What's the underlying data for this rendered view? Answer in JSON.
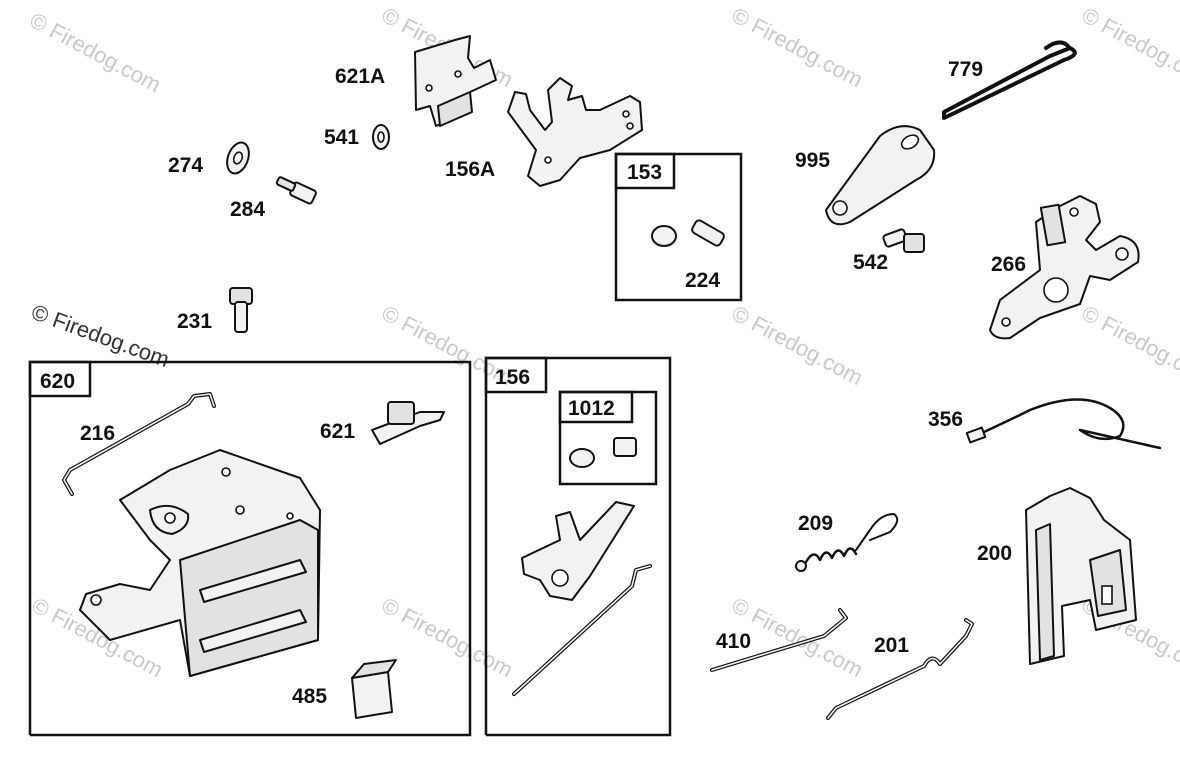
{
  "watermark": {
    "text": "© Firedog.com"
  },
  "parts": {
    "p621A": "621A",
    "p541": "541",
    "p274": "274",
    "p284": "284",
    "p156A": "156A",
    "p231": "231",
    "p779": "779",
    "p995": "995",
    "p542": "542",
    "p266": "266",
    "p356": "356",
    "p209": "209",
    "p200": "200",
    "p410": "410",
    "p201": "201",
    "p216": "216",
    "p621": "621",
    "p485": "485",
    "p224": "224"
  },
  "kits": {
    "k153": "153",
    "k620": "620",
    "k156": "156",
    "k1012": "1012"
  }
}
